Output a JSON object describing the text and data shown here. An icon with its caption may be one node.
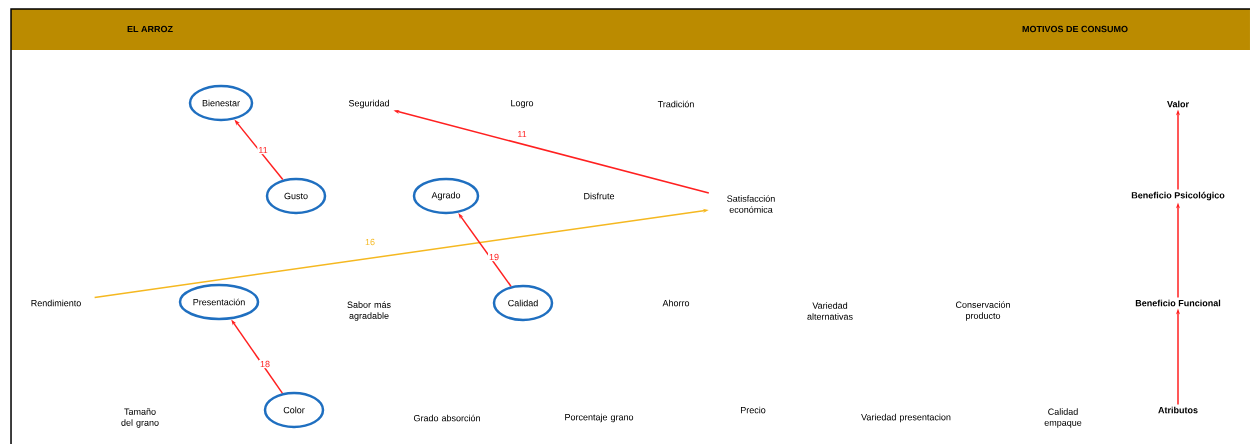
{
  "diagram": {
    "nodes": [
      {
        "text": [
          "Bienestar"
        ]
      },
      {
        "text": [
          "Seguridad"
        ]
      },
      {
        "text": [
          "Gusto"
        ]
      },
      {
        "text": [
          "Agrado"
        ]
      },
      {
        "text": [
          "Satisfacción económica"
        ]
      },
      {
        "text": [
          "Rendimiento"
        ]
      },
      {
        "text": [
          "Presentación"
        ]
      },
      {
        "text": [
          "Calidad"
        ]
      },
      {
        "text": [
          "Color"
        ]
      },
      {
        "text": [
          "Valor"
        ]
      },
      {
        "text": [
          "Beneficio Psicológico"
        ]
      },
      {
        "text": [
          "Beneficio Funcional"
        ]
      },
      {
        "text": [
          "Atributos"
        ]
      }
    ],
    "edges": [
      {
        "from": 2,
        "to": 0,
        "arrow": "to",
        "label": "11"
      },
      {
        "from": 4,
        "to": 1,
        "arrow": "to",
        "label": "11"
      },
      {
        "from": 5,
        "to": 4,
        "arrow": "to",
        "label": "16",
        "color": "#f5b820"
      },
      {
        "from": 7,
        "to": 3,
        "arrow": "to",
        "label": "19"
      },
      {
        "from": 8,
        "to": 6,
        "arrow": "to",
        "label": "18"
      },
      {
        "from": 10,
        "to": 9,
        "arrow": "to"
      },
      {
        "from": 11,
        "to": 10,
        "arrow": "to"
      },
      {
        "from": 12,
        "to": 11,
        "arrow": "to"
      }
    ],
    "labels": [
      "EL ARROZ",
      "MOTIVOS DE CONSUMO",
      "Logro",
      "Tradición",
      "Disfrute",
      "Sabor más agradable",
      "Ahorro",
      "Variedad alternativas",
      "Conservación producto",
      "Tamaño del grano",
      "Grado absorción",
      "Porcentaje grano",
      "Precio",
      "Variedad presentacion",
      "Calidad empaque"
    ]
  }
}
